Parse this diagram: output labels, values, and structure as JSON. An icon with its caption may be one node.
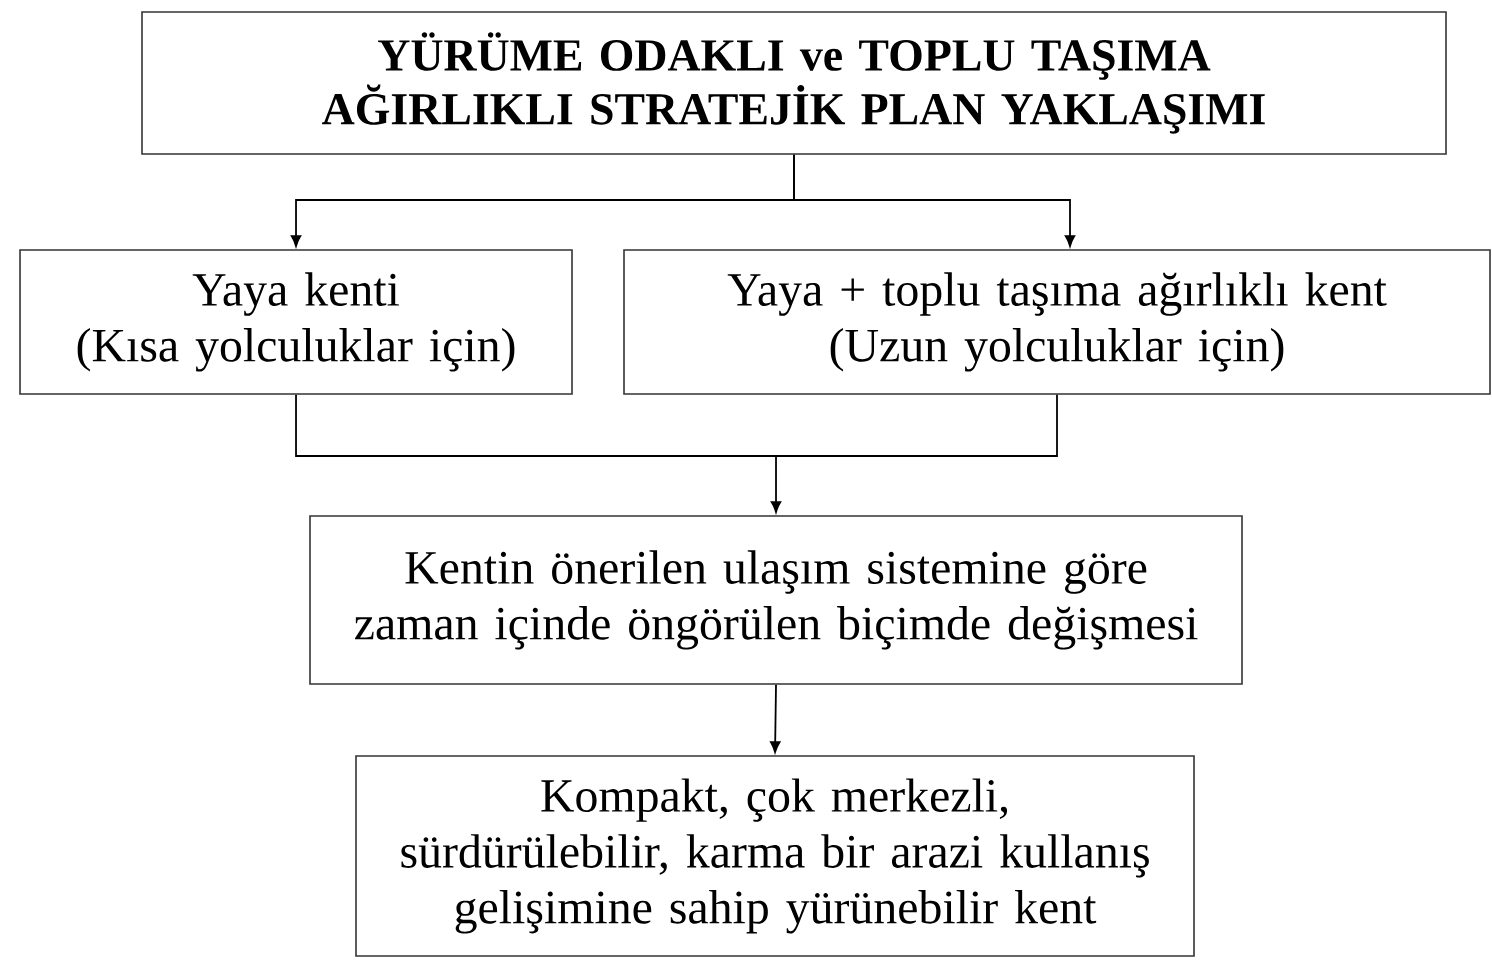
{
  "diagram": {
    "nodes": [
      {
        "text": [
          "YÜRÜME ODAKLI ve TOPLU TAŞIMA AĞIRLIKLI STRATEJİK PLAN YAKLAŞIMI"
        ]
      },
      {
        "text": [
          "Yaya kenti",
          "(Kısa yolculuklar için)"
        ]
      },
      {
        "text": [
          "Yaya + toplu taşıma ağırlıklı kent",
          "(Uzun yolculuklar için)"
        ]
      },
      {
        "text": [
          "Kentin önerilen ulaşım sistemine göre zaman içinde öngörülen biçimde değişmesi"
        ]
      },
      {
        "text": [
          "Kompakt, çok merkezli, sürdürülebilir, karma bir arazi kullanış gelişimine sahip yürünebilir kent"
        ]
      }
    ],
    "edges": [
      {
        "from": 0,
        "to": 1,
        "arrow": "to"
      },
      {
        "from": 0,
        "to": 2,
        "arrow": "to"
      },
      {
        "from": 1,
        "to": 3,
        "arrow": "to"
      },
      {
        "from": 2,
        "to": 3,
        "arrow": "to"
      },
      {
        "from": 3,
        "to": 4,
        "arrow": "to"
      }
    ]
  }
}
